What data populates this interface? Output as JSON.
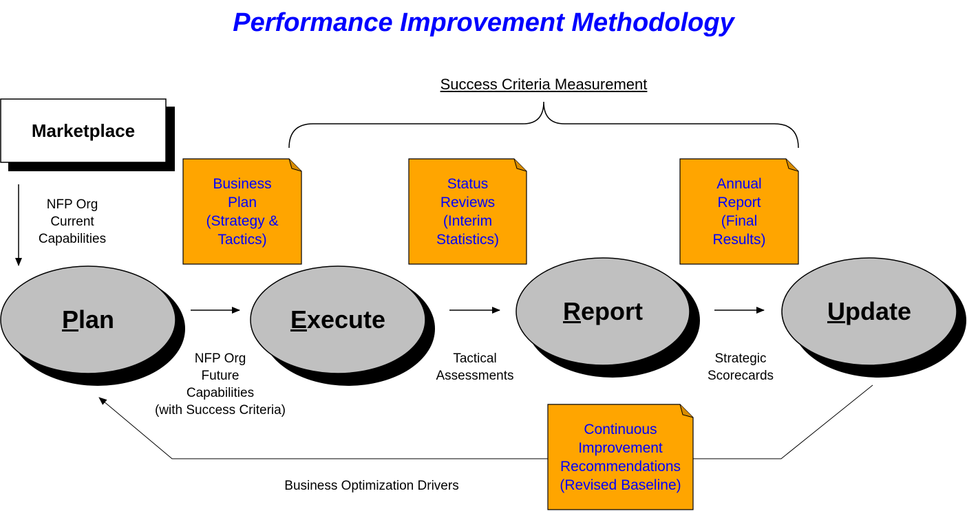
{
  "title": "Performance Improvement Methodology",
  "success_criteria": "Success Criteria Measurement",
  "marketplace": "Marketplace",
  "current_caps": [
    "NFP Org",
    "Current",
    "Capabilities"
  ],
  "stages": [
    {
      "first": "P",
      "rest": "lan"
    },
    {
      "first": "E",
      "rest": "xecute"
    },
    {
      "first": "R",
      "rest": "eport"
    },
    {
      "first": "U",
      "rest": "pdate"
    }
  ],
  "notes": {
    "business_plan": [
      "Business",
      "Plan",
      "(Strategy &",
      "Tactics)"
    ],
    "status_reviews": [
      "Status",
      "Reviews",
      "(Interim",
      "Statistics)"
    ],
    "annual_report": [
      "Annual",
      "Report",
      "(Final",
      "Results)"
    ],
    "continuous": [
      "Continuous",
      "Improvement",
      "Recommendations",
      "(Revised Baseline)"
    ]
  },
  "future_caps": [
    "NFP Org",
    "Future",
    "Capabilities",
    "(with Success Criteria)"
  ],
  "tactical": [
    "Tactical",
    "Assessments"
  ],
  "strategic": [
    "Strategic",
    "Scorecards"
  ],
  "drivers": "Business Optimization Drivers",
  "colors": {
    "title": "#0000ff",
    "note_fill": "#ffa500",
    "note_text": "#0000ff",
    "ellipse_fill": "#c0c0c0",
    "shadow": "#000000"
  }
}
